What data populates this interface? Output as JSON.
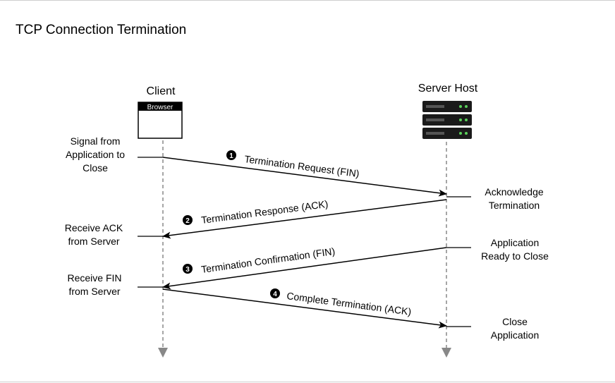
{
  "diagram": {
    "title": "TCP Connection Termination",
    "client": {
      "label": "Client",
      "icon": "browser-window-icon",
      "icon_label": "Browser"
    },
    "server": {
      "label": "Server Host",
      "icon": "server-rack-icon"
    },
    "client_notes": [
      [
        "Signal from",
        "Application to",
        "Close"
      ],
      [
        "Receive ACK",
        "from Server"
      ],
      [
        "Receive FIN",
        "from Server"
      ]
    ],
    "server_notes": [
      [
        "Acknowledge",
        "Termination"
      ],
      [
        "Application",
        "Ready to Close"
      ],
      [
        "Close",
        "Application"
      ]
    ],
    "messages": [
      {
        "step": "1",
        "label": "Termination Request (FIN)",
        "direction": "client-to-server"
      },
      {
        "step": "2",
        "label": "Termination Response (ACK)",
        "direction": "server-to-client"
      },
      {
        "step": "3",
        "label": "Termination Confirmation (FIN)",
        "direction": "server-to-client"
      },
      {
        "step": "4",
        "label": "Complete Termination (ACK)",
        "direction": "client-to-server"
      }
    ],
    "colors": {
      "line": "#000000",
      "lifeline": "#888888",
      "server_body": "#1a1a1a",
      "server_slot": "#555555",
      "server_led": "#5ad05a"
    }
  }
}
